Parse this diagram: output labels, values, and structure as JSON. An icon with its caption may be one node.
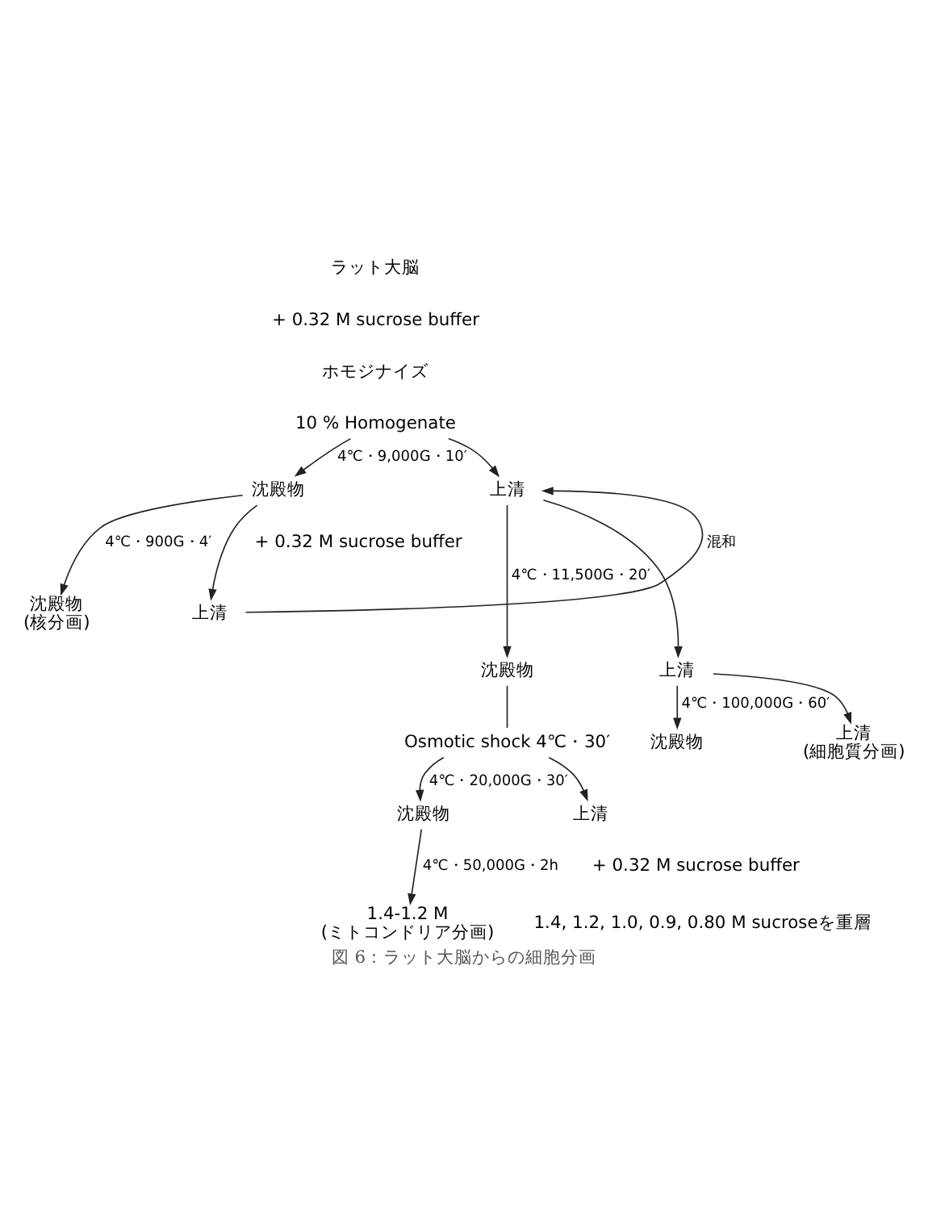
{
  "diagram": {
    "caption": "図 6：ラット大脳からの細胞分画",
    "nodes": [
      {
        "text": [
          "10 % Homogenate"
        ]
      },
      {
        "text": [
          "沈殿物"
        ]
      },
      {
        "text": [
          "上清"
        ]
      },
      {
        "text": [
          "沈殿物",
          "(核分画)"
        ]
      },
      {
        "text": [
          "上清"
        ]
      },
      {
        "text": [
          "沈殿物"
        ]
      },
      {
        "text": [
          "上清"
        ]
      },
      {
        "text": [
          "Osmotic shock 4℃・30′"
        ]
      },
      {
        "text": [
          "沈殿物"
        ]
      },
      {
        "text": [
          "上清"
        ]
      },
      {
        "text": [
          "沈殿物"
        ]
      },
      {
        "text": [
          "上清",
          "(細胞質分画)"
        ]
      },
      {
        "text": [
          "1.4-1.2 M",
          "(ミトコンドリア分画)"
        ]
      }
    ],
    "edges": [
      {
        "from": 0,
        "to": 1,
        "arrow": "to",
        "label": "4℃・9,000G・10′"
      },
      {
        "from": 0,
        "to": 2,
        "arrow": "to"
      },
      {
        "from": 1,
        "to": 3,
        "arrow": "to",
        "label": "4℃・900G・4′"
      },
      {
        "from": 1,
        "to": 4,
        "arrow": "to"
      },
      {
        "from": 4,
        "to": 2,
        "arrow": "to",
        "label": "混和"
      },
      {
        "from": 2,
        "to": 5,
        "arrow": "to",
        "label": "4℃・11,500G・20′"
      },
      {
        "from": 2,
        "to": 6,
        "arrow": "to"
      },
      {
        "from": 5,
        "to": 7,
        "arrow": "none"
      },
      {
        "from": 7,
        "to": 8,
        "arrow": "to",
        "label": "4℃・20,000G・30′"
      },
      {
        "from": 7,
        "to": 9,
        "arrow": "to"
      },
      {
        "from": 6,
        "to": 10,
        "arrow": "to",
        "label": "4℃・100,000G・60′"
      },
      {
        "from": 6,
        "to": 11,
        "arrow": "to"
      },
      {
        "from": 8,
        "to": 12,
        "arrow": "to",
        "label": "4℃・50,000G・2h"
      }
    ],
    "labels": [
      "ラット大脳",
      "+ 0.32 M sucrose buffer",
      "ホモジナイズ",
      "+ 0.32 M sucrose buffer",
      "+ 0.32 M sucrose buffer",
      "1.4, 1.2, 1.0, 0.9, 0.80 M sucroseを重層"
    ]
  }
}
